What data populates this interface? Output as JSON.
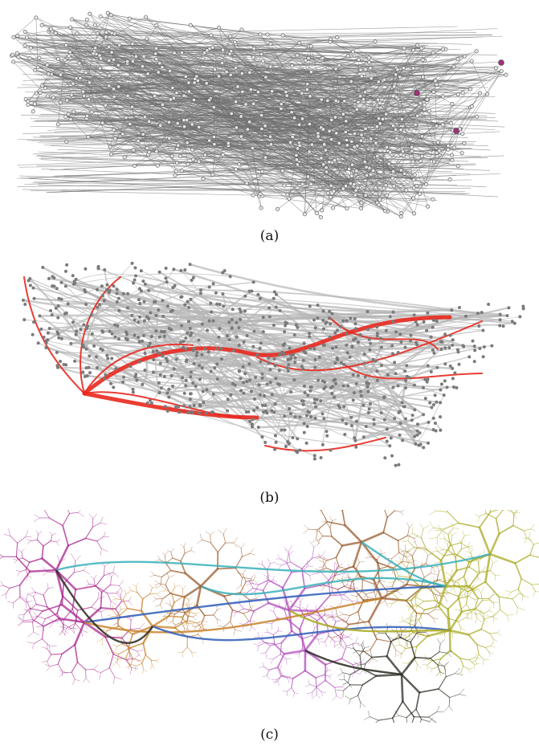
{
  "captions": {
    "a": "(a)",
    "b": "(b)",
    "c": "(c)"
  },
  "colors": {
    "edge_gray": "#6e6e6e",
    "node_fill": "#e6e6e6",
    "node_stroke": "#555555",
    "highlight_purple": "#a0307a",
    "bundle_gray": "#b5b5b5",
    "bundle_red": "#e8281e",
    "magenta": "#a8248c",
    "violet": "#b04ab8",
    "blue": "#2f5db8",
    "teal": "#3ab0b8",
    "brown": "#9a5a2a",
    "orange": "#c8822a",
    "olive": "#a8a820",
    "dark": "#2a2a22"
  }
}
